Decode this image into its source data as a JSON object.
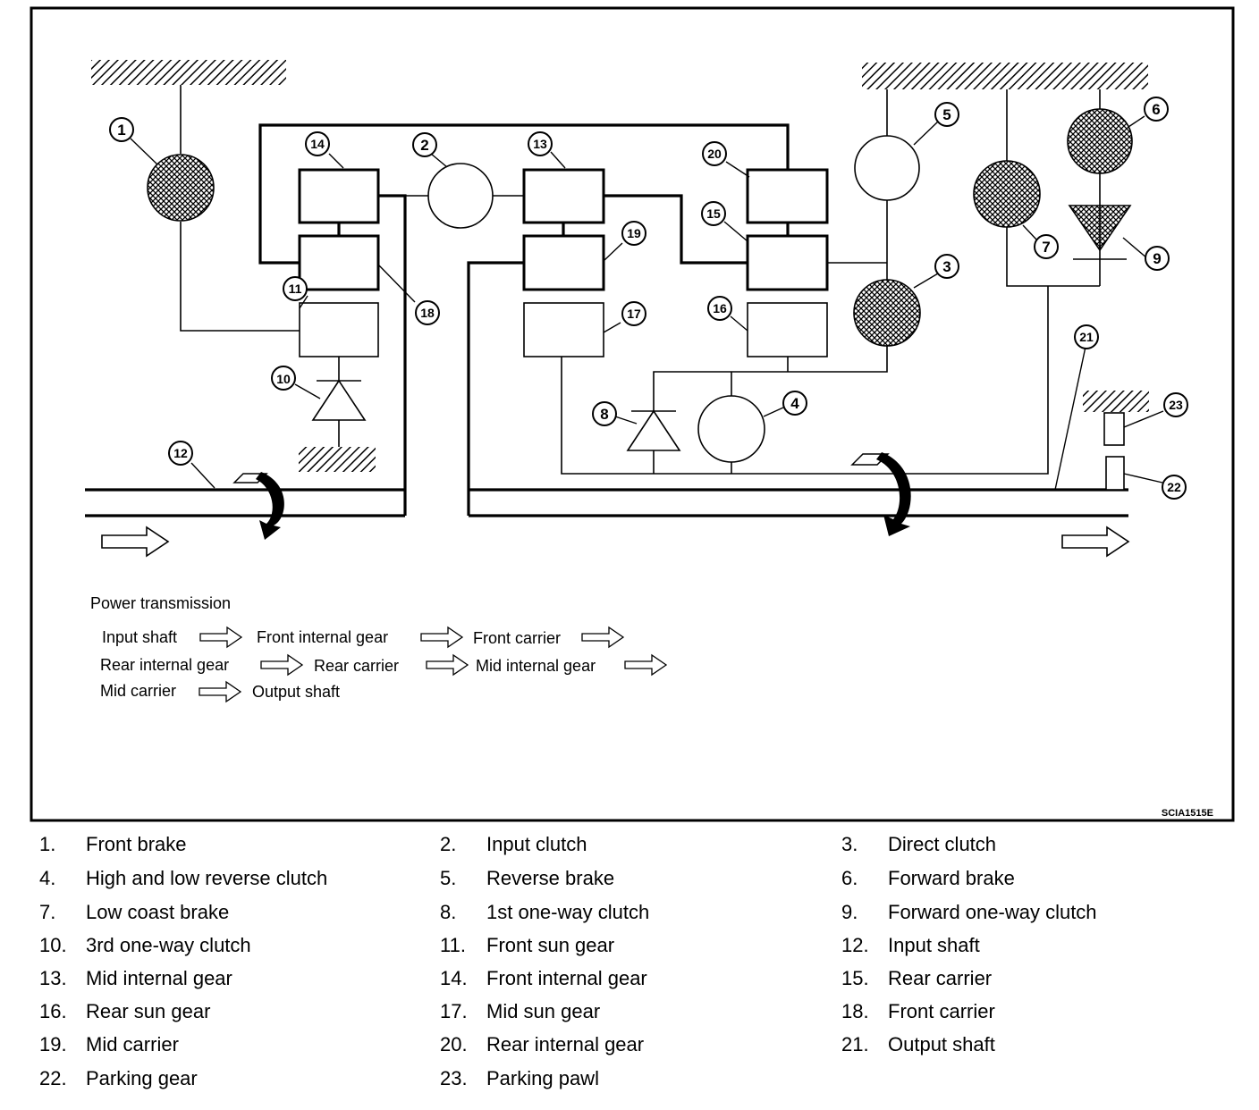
{
  "figure_code": "SCIA1515E",
  "power_transmission": {
    "title": "Power transmission",
    "flow": [
      "Input shaft",
      "Front internal gear",
      "Front carrier",
      "Rear internal gear",
      "Rear carrier",
      "Mid internal gear",
      "Mid carrier",
      "Output shaft"
    ]
  },
  "callouts": [
    "1",
    "2",
    "3",
    "4",
    "5",
    "6",
    "7",
    "8",
    "9",
    "10",
    "11",
    "12",
    "13",
    "14",
    "15",
    "16",
    "17",
    "18",
    "19",
    "20",
    "21",
    "22",
    "23"
  ],
  "legend": [
    {
      "num": "1.",
      "label": "Front brake"
    },
    {
      "num": "2.",
      "label": "Input clutch"
    },
    {
      "num": "3.",
      "label": "Direct clutch"
    },
    {
      "num": "4.",
      "label": "High and low reverse clutch"
    },
    {
      "num": "5.",
      "label": "Reverse brake"
    },
    {
      "num": "6.",
      "label": "Forward brake"
    },
    {
      "num": "7.",
      "label": "Low coast brake"
    },
    {
      "num": "8.",
      "label": "1st one-way clutch"
    },
    {
      "num": "9.",
      "label": "Forward one-way clutch"
    },
    {
      "num": "10.",
      "label": "3rd one-way clutch"
    },
    {
      "num": "11.",
      "label": "Front sun gear"
    },
    {
      "num": "12.",
      "label": "Input shaft"
    },
    {
      "num": "13.",
      "label": "Mid internal gear"
    },
    {
      "num": "14.",
      "label": "Front internal gear"
    },
    {
      "num": "15.",
      "label": "Rear carrier"
    },
    {
      "num": "16.",
      "label": "Rear sun gear"
    },
    {
      "num": "17.",
      "label": "Mid sun gear"
    },
    {
      "num": "18.",
      "label": "Front carrier"
    },
    {
      "num": "19.",
      "label": "Mid carrier"
    },
    {
      "num": "20.",
      "label": "Rear internal gear"
    },
    {
      "num": "21.",
      "label": "Output shaft"
    },
    {
      "num": "22.",
      "label": "Parking gear"
    },
    {
      "num": "23.",
      "label": "Parking pawl"
    }
  ]
}
